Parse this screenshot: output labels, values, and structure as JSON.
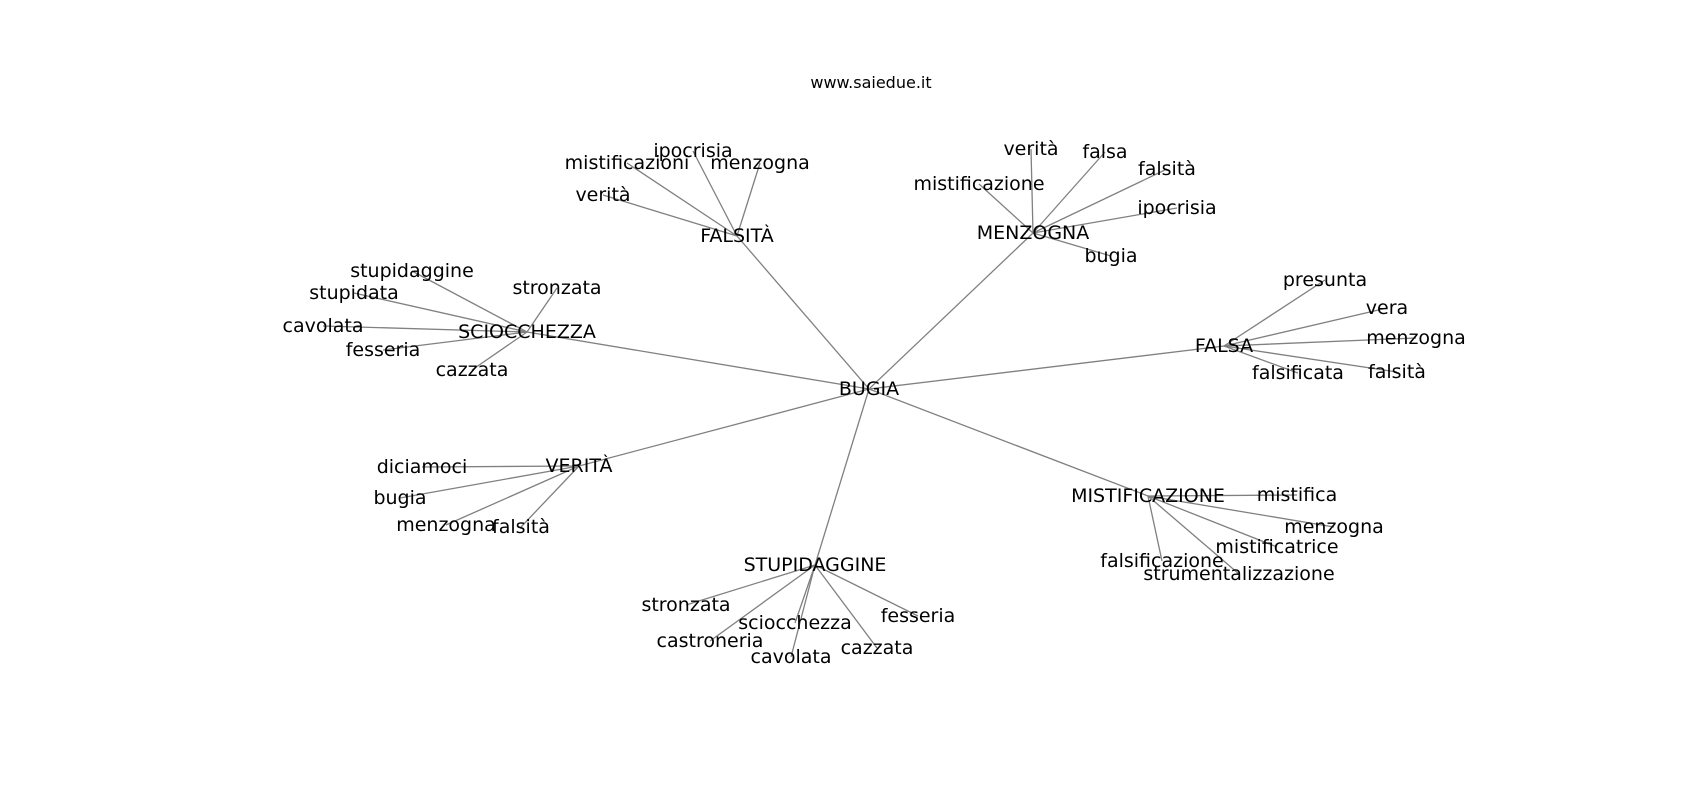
{
  "site": "www.saiedue.it",
  "graph": {
    "center": "BUGIA",
    "clusters": [
      {
        "hub": "FALSITÀ",
        "leaves": [
          "ipocrisia",
          "mistificazioni",
          "menzogna",
          "verità"
        ]
      },
      {
        "hub": "MENZOGNA",
        "leaves": [
          "verità",
          "falsa",
          "falsità",
          "mistificazione",
          "ipocrisia",
          "bugia"
        ]
      },
      {
        "hub": "SCIOCCHEZZA",
        "leaves": [
          "stupidaggine",
          "stronzata",
          "stupidata",
          "cavolata",
          "fesseria",
          "cazzata"
        ]
      },
      {
        "hub": "FALSA",
        "leaves": [
          "presunta",
          "vera",
          "menzogna",
          "falsificata",
          "falsità"
        ]
      },
      {
        "hub": "VERITÀ",
        "leaves": [
          "diciamoci",
          "bugia",
          "menzogna",
          "falsità"
        ]
      },
      {
        "hub": "MISTIFICAZIONE",
        "leaves": [
          "mistifica",
          "menzogna",
          "mistificatrice",
          "falsificazione",
          "strumentalizzazione"
        ]
      },
      {
        "hub": "STUPIDAGGINE",
        "leaves": [
          "stronzata",
          "sciocchezza",
          "fesseria",
          "castroneria",
          "cazzata",
          "cavolata"
        ]
      }
    ]
  }
}
